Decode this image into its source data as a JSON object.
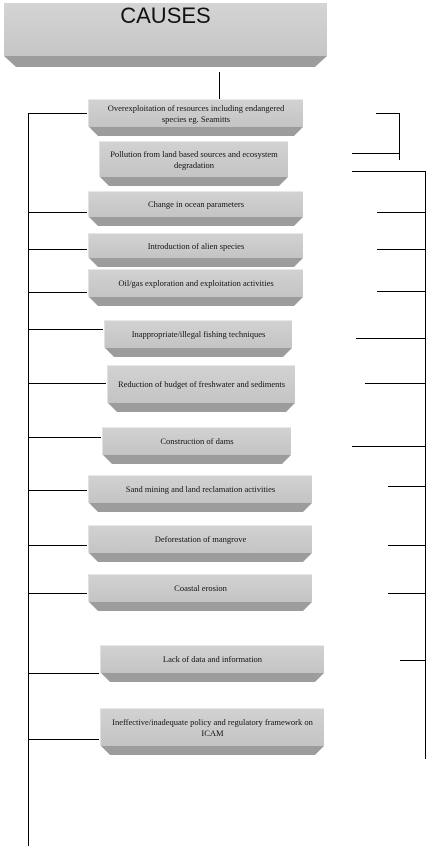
{
  "title": "CAUSES",
  "causes": [
    "Overexploitation of resources including endangered species eg. Seamitts",
    "Pollution from land based sources and ecosystem degradation",
    "Change in ocean parameters",
    "Introduction of alien species",
    "Oil/gas exploration and exploitation activities",
    "Inappropriate/illegal fishing techniques",
    "Reduction of budget of freshwater and sediments",
    "Construction of dams",
    "Sand mining and land reclamation activities",
    "Deforestation of mangrove",
    "Coastal erosion",
    "Lack of data and information",
    "Ineffective/inadequate policy and regulatory framework on ICAM"
  ]
}
